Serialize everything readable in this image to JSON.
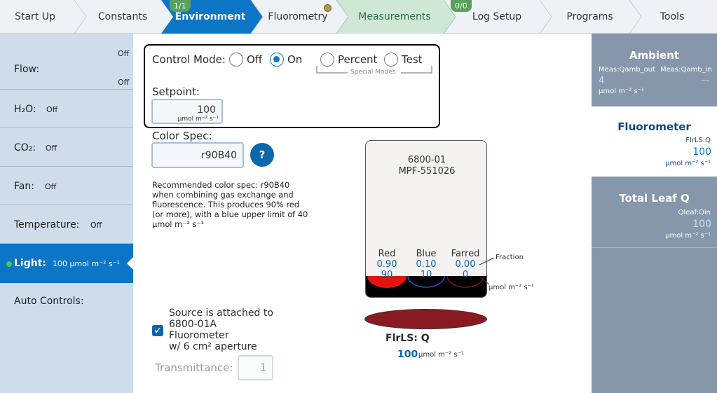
{
  "tabs": [
    {
      "label": "Start Up"
    },
    {
      "label": "Constants"
    },
    {
      "label": "Environment",
      "badge": "1/1"
    },
    {
      "label": "Fluorometry"
    },
    {
      "label": "Measurements"
    },
    {
      "label": "Log Setup",
      "badge": "0/0"
    },
    {
      "label": "Programs"
    },
    {
      "label": "Tools"
    }
  ],
  "sidebar": {
    "flow": {
      "label": "Flow:",
      "value1": "Off",
      "value2": "Off"
    },
    "h2o": {
      "label": "H₂O:",
      "value": "Off"
    },
    "co2": {
      "label": "CO₂:",
      "value": "Off"
    },
    "fan": {
      "label": "Fan:",
      "value": "Off"
    },
    "temperature": {
      "label": "Temperature:",
      "value": "Off"
    },
    "light": {
      "label": "Light:",
      "value": "100 µmol m⁻² s⁻¹"
    },
    "auto": {
      "label": "Auto Controls:"
    }
  },
  "control": {
    "label": "Control Mode:",
    "options": [
      {
        "label": "Off",
        "selected": false
      },
      {
        "label": "On",
        "selected": true
      },
      {
        "label": "Percent",
        "selected": false
      },
      {
        "label": "Test",
        "selected": false
      }
    ],
    "special_modes": "Special Modes",
    "setpoint_label": "Setpoint:",
    "setpoint_value": "100",
    "setpoint_unit": "µmol m⁻² s⁻¹"
  },
  "color_spec": {
    "label": "Color Spec:",
    "value": "r90B40",
    "help": "?",
    "recommendation": "Recommended color spec: r90B40 when combining gas exchange and fluorescence. This produces 90% red (or more), with a blue upper limit of 40 µmol m⁻² s⁻¹"
  },
  "attached": {
    "checked": true,
    "check_glyph": "✔",
    "line1": "Source is attached to",
    "line2": "6800-01A",
    "line3": "Fluorometer",
    "line4": "w/ 6 cm² aperture"
  },
  "transmittance": {
    "label": "Transmittance:",
    "value": "1"
  },
  "source": {
    "model": "6800-01",
    "serial": "MPF-551026",
    "channels": [
      {
        "name": "Red",
        "fraction": "0.90",
        "value": "90"
      },
      {
        "name": "Blue",
        "fraction": "0.10",
        "value": "10"
      },
      {
        "name": "Farred",
        "fraction": "0.00",
        "value": "0"
      }
    ],
    "fraction_label": "Fraction",
    "unit_label": "µmol m⁻² s⁻¹",
    "q_label": "FlrLS: Q",
    "q_value": "100",
    "q_unit": "µmol m⁻² s⁻¹"
  },
  "right": {
    "ambient": {
      "title": "Ambient",
      "meas_out": "Meas:Qamb_out",
      "meas_in": "Meas:Qamb_in",
      "out_value": "4",
      "in_value": "---",
      "unit": "µmol m⁻² s⁻¹"
    },
    "fluorometer": {
      "title": "Fluorometer",
      "var": "FlrLS:Q",
      "value": "100",
      "unit": "µmol m⁻² s⁻¹"
    },
    "total_leaf_q": {
      "title": "Total Leaf Q",
      "var": "Qleaf:Qin",
      "value": "100",
      "unit": "µmol m⁻² s⁻¹"
    }
  },
  "colors": {
    "accent": "#0b76c5",
    "active_tab": "#0b76c5",
    "measurements_tab": "#cfe8d6",
    "badge": "#5aa15c",
    "farred_oval": "#8a1a22"
  }
}
